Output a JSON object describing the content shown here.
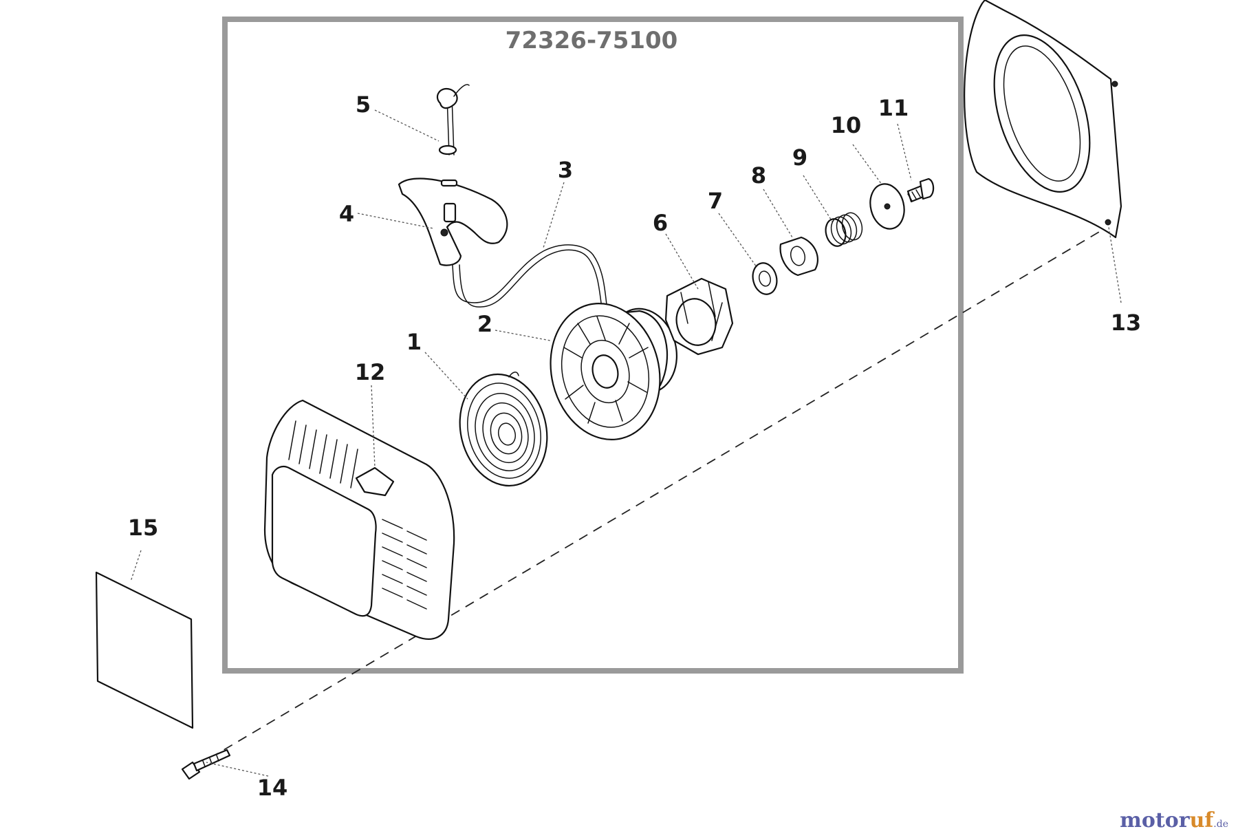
{
  "diagram": {
    "assembly_number": "72326-75100",
    "part_labels": [
      "1",
      "2",
      "3",
      "4",
      "5",
      "6",
      "7",
      "8",
      "9",
      "10",
      "11",
      "12",
      "13",
      "14",
      "15"
    ]
  },
  "brand": {
    "name_main": "motor",
    "name_accent": "uf",
    "tld": ".de"
  },
  "colors": {
    "frame": "#9a9a9a",
    "assembly_text": "#6e6e6e",
    "brand_blue": "#5a5fa6",
    "brand_orange": "#d88a2a"
  }
}
